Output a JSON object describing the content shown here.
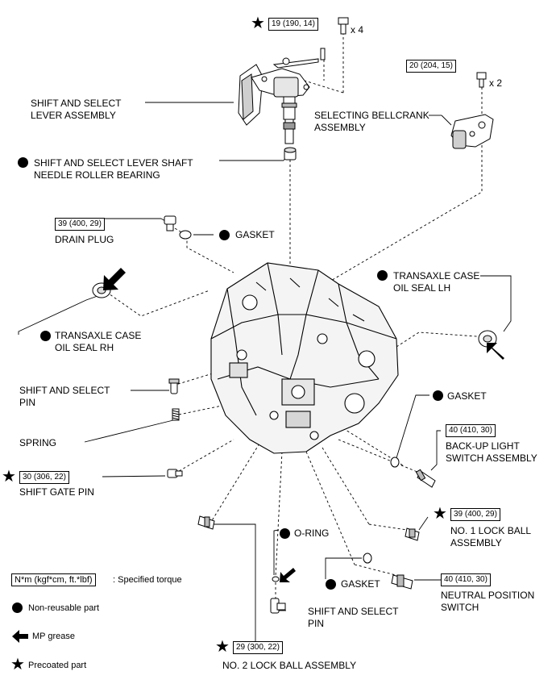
{
  "torques": {
    "t19": "19 (190, 14)",
    "t20": "20 (204, 15)",
    "t39_drain": "39 (400, 29)",
    "t30": "30 (306, 22)",
    "t40_backup": "40 (410, 30)",
    "t39_lock": "39 (400, 29)",
    "t40_neutral": "40 (410, 30)",
    "t29": "29 (300, 22)"
  },
  "quantities": {
    "x4": "x 4",
    "x2": "x 2"
  },
  "labels": {
    "shift_select_lever_assembly": "SHIFT AND SELECT\nLEVER ASSEMBLY",
    "selecting_bellcrank": "SELECTING BELLCRANK\nASSEMBLY",
    "needle_bearing": "SHIFT AND SELECT LEVER SHAFT\nNEEDLE ROLLER BEARING",
    "drain_plug": "DRAIN PLUG",
    "gasket_drain": "GASKET",
    "oil_seal_lh": "TRANSAXLE CASE\nOIL SEAL LH",
    "oil_seal_rh": "TRANSAXLE CASE\nOIL SEAL RH",
    "shift_select_pin_top": "SHIFT AND SELECT\nPIN",
    "spring": "SPRING",
    "shift_gate_pin": "SHIFT GATE PIN",
    "gasket_backup": "GASKET",
    "backup_light_switch": "BACK-UP LIGHT\nSWITCH ASSEMBLY",
    "no1_lock_ball": "NO. 1 LOCK BALL\nASSEMBLY",
    "o_ring": "O-RING",
    "gasket_neutral": "GASKET",
    "neutral_position_switch": "NEUTRAL POSITION\nSWITCH",
    "shift_select_pin_bottom": "SHIFT AND SELECT\nPIN",
    "no2_lock_ball": "NO. 2 LOCK BALL ASSEMBLY"
  },
  "legend": {
    "torque_unit": "N*m (kgf*cm, ft.*lbf)",
    "torque_text": ": Specified torque",
    "non_reusable": "Non-reusable part",
    "mp_grease": "MP grease",
    "precoated": "Precoated part"
  },
  "symbols": {
    "star": "★",
    "dot_meaning": "non-reusable",
    "arrow_meaning": "MP grease"
  }
}
